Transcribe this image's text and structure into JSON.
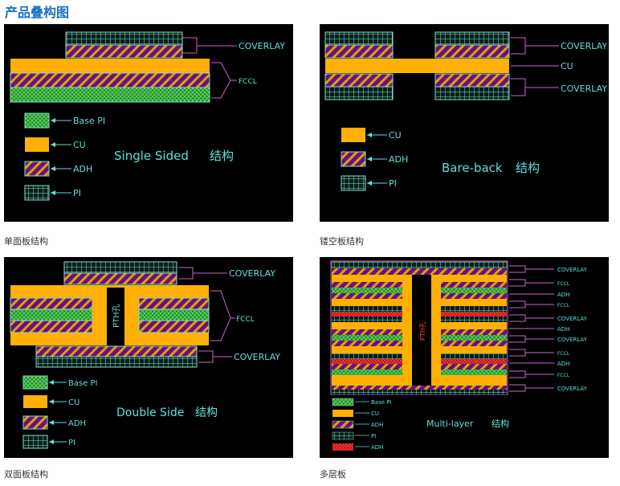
{
  "page_title": "产品叠构图",
  "colors": {
    "panel_bg": "#000000",
    "cu": "#FFB000",
    "adh_bg": "#6B0F86",
    "adh_stripe": "#D6A400",
    "pi_grid": "#7FE0C8",
    "coverlay_bg": "#0A1E1A",
    "base_pi": "#1E8A2A",
    "base_pi_hatch": "#6EE06A",
    "label": "#5FE0D8",
    "red_adh": "#D01010",
    "outline": "#CC66CC"
  },
  "panels": {
    "single": {
      "caption": "单面板结构",
      "title": "Single Sided",
      "title_cn": "结构",
      "callouts": [
        "COVERLAY",
        "FCCL"
      ],
      "legend": [
        "Base PI",
        "CU",
        "ADH",
        "PI"
      ]
    },
    "bareback": {
      "caption": "镂空板结构",
      "title": "Bare-back",
      "title_cn": "结构",
      "callouts": [
        "COVERLAY",
        "CU",
        "COVERLAY"
      ],
      "legend": [
        "CU",
        "ADH",
        "PI"
      ]
    },
    "double": {
      "caption": "双面板结构",
      "title": "Double Side",
      "title_cn": "结构",
      "pth_label": "PTH孔",
      "callouts": [
        "COVERLAY",
        "FCCL",
        "COVERLAY"
      ],
      "legend": [
        "Base PI",
        "CU",
        "ADH",
        "PI"
      ]
    },
    "multi": {
      "caption": "多层板",
      "title": "Multi-layer",
      "title_cn": "结构",
      "pth_label": "PTH孔",
      "callouts": [
        "COVERLAY",
        "FCCL",
        "ADH",
        "FCCL",
        "COVERLAY",
        "ADH",
        "COVERLAY",
        "FCCL",
        "ADH",
        "FCCL",
        "COVERLAY"
      ],
      "legend": [
        "Base PI",
        "CU",
        "ADH",
        "PI",
        "ADH"
      ]
    }
  }
}
